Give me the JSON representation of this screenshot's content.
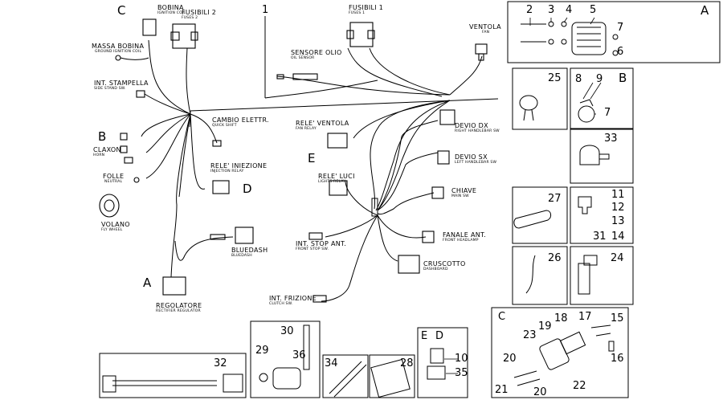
{
  "letters": {
    "c_top": "C",
    "b_left": "B",
    "e_mid": "E",
    "d_mid": "D",
    "a_low": "A",
    "a_box": "A",
    "b_box": "B",
    "c_box": "C",
    "e_box": "E",
    "d_box": "D"
  },
  "main_num": "1",
  "components": [
    {
      "key": "bobina",
      "it": "BOBINA",
      "en": "IGNITION COIL"
    },
    {
      "key": "fusibili2",
      "it": "FUSIBILI 2",
      "en": "FUSES 2"
    },
    {
      "key": "fusibili1",
      "it": "FUSIBILI 1",
      "en": "FUSES 1"
    },
    {
      "key": "ventola",
      "it": "VENTOLA",
      "en": "FAN"
    },
    {
      "key": "massa",
      "it": "MASSA BOBINA",
      "en": "GROUND IGNITION COIL"
    },
    {
      "key": "sensore",
      "it": "SENSORE OLIO",
      "en": "OIL SENSOR"
    },
    {
      "key": "stampella",
      "it": "INT. STAMPELLA",
      "en": "SIDE STAND SW."
    },
    {
      "key": "cambio",
      "it": "CAMBIO ELETTR.",
      "en": "QUICK SHIFT"
    },
    {
      "key": "releventola",
      "it": "RELE' VENTOLA",
      "en": "FAN RELAY"
    },
    {
      "key": "devdx",
      "it": "DEVIO DX",
      "en": "RIGHT HANDLEBAR SW"
    },
    {
      "key": "claxon",
      "it": "CLAXON",
      "en": "HORN"
    },
    {
      "key": "devsx",
      "it": "DEVIO SX",
      "en": "LEFT HANDLEBAR SW"
    },
    {
      "key": "folle",
      "it": "FOLLE",
      "en": "NEUTRAL"
    },
    {
      "key": "releiniez",
      "it": "RELE' INIEZIONE",
      "en": "INJECTION RELAY"
    },
    {
      "key": "releluci",
      "it": "RELE' LUCI",
      "en": "LIGHTS RELAY"
    },
    {
      "key": "chiave",
      "it": "CHIAVE",
      "en": "MAIN SW"
    },
    {
      "key": "volano",
      "it": "VOLANO",
      "en": "FLY WHEEL"
    },
    {
      "key": "fanale",
      "it": "FANALE ANT.",
      "en": "FRONT HEADLAMP"
    },
    {
      "key": "bluedash",
      "it": "BLUEDASH",
      "en": "BLUEDASH"
    },
    {
      "key": "stop",
      "it": "INT. STOP ANT.",
      "en": "FRONT STOP SW."
    },
    {
      "key": "cruscotto",
      "it": "CRUSCOTTO",
      "en": "DASHBOARD"
    },
    {
      "key": "regolatore",
      "it": "REGOLATORE",
      "en": "RECTIFIER REGULATOR"
    },
    {
      "key": "frizione",
      "it": "INT. FRIZIONE",
      "en": "CLUTCH SW."
    }
  ],
  "part_numbers": {
    "a": [
      "2",
      "3",
      "4",
      "5",
      "7",
      "6"
    ],
    "p25": "25",
    "b": [
      "8",
      "9",
      "7"
    ],
    "p33": "33",
    "p27": "27",
    "fuse": [
      "11",
      "12",
      "13",
      "31",
      "14"
    ],
    "p26": "26",
    "p24": "24",
    "c": [
      "18",
      "17",
      "15",
      "19",
      "23",
      "20",
      "16",
      "22",
      "21",
      "20"
    ],
    "p32": "32",
    "p30": "30",
    "p29": "29",
    "p36": "36",
    "p34": "34",
    "p28": "28",
    "e": [
      "10",
      "35"
    ]
  },
  "colors": {
    "line": "#000000",
    "paper": "#ffffff"
  }
}
